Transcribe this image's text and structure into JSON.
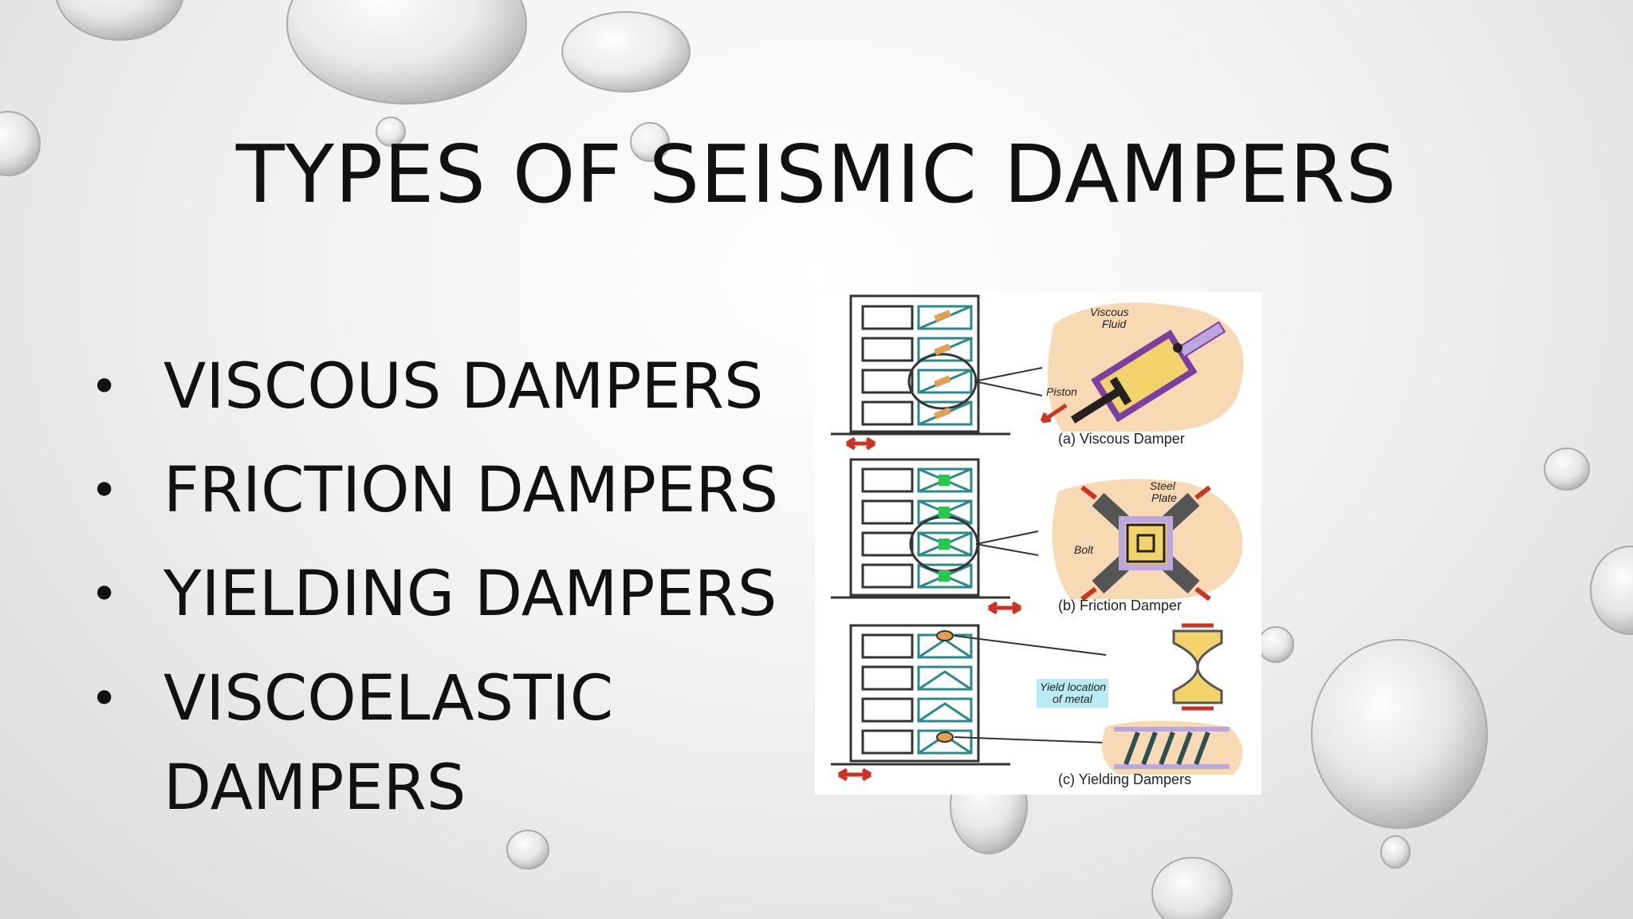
{
  "slide": {
    "title": "TYPES OF SEISMIC DAMPERS",
    "bullets": [
      "VISCOUS DAMPERS",
      "FRICTION DAMPERS",
      "YIELDING DAMPERS",
      "VISCOELASTIC DAMPERS"
    ]
  },
  "figure": {
    "viscous": {
      "fluid_label_1": "Viscous",
      "fluid_label_2": "Fluid",
      "piston_label": "Piston",
      "caption": "(a) Viscous Damper"
    },
    "friction": {
      "steel_label_1": "Steel",
      "steel_label_2": "Plate",
      "bolt_label": "Bolt",
      "caption": "(b) Friction Damper"
    },
    "yielding": {
      "yield_label_1": "Yield location",
      "yield_label_2": "of metal",
      "caption": "(c) Yielding Dampers"
    }
  },
  "colors": {
    "damper_fill": "#f2d36b",
    "blob": "#f7d9b4",
    "arrow": "#cc3322",
    "friction_pad": "#22cc44",
    "plate": "#bba6dd",
    "frame": "#333333",
    "brace": "#2a8a8a",
    "label_box": "#b9ecf2"
  }
}
